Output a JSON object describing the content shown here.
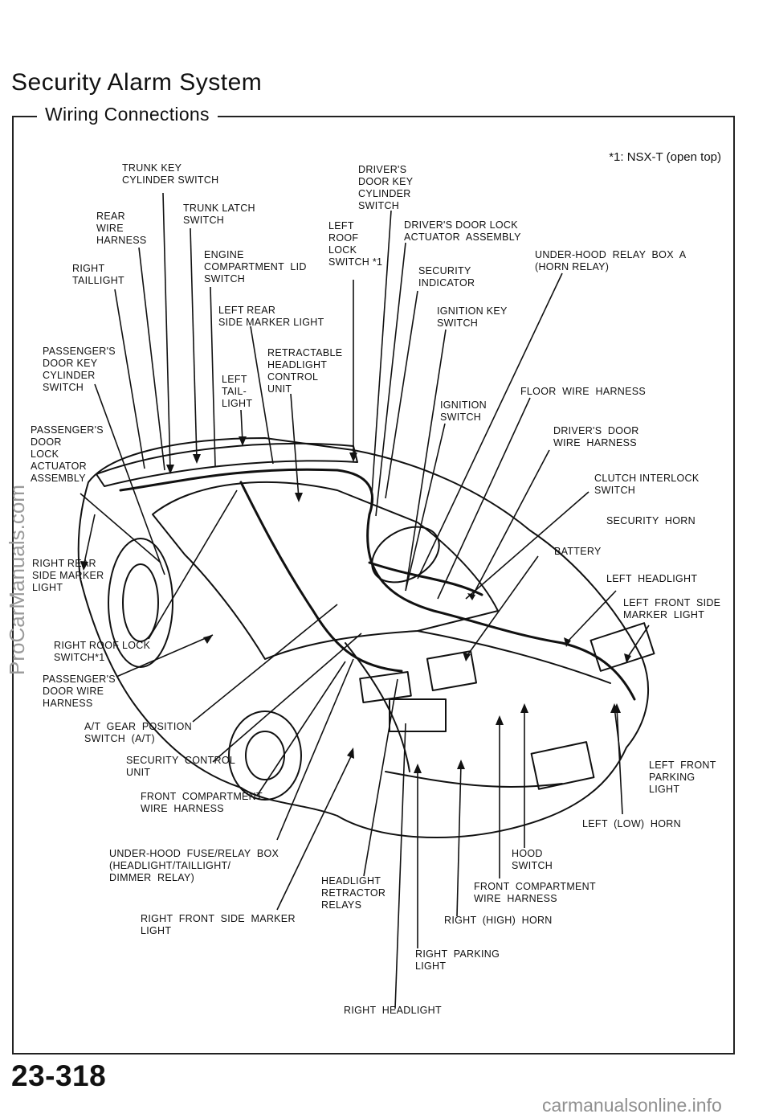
{
  "header": {
    "title": "Security Alarm System",
    "section": "Wiring Connections"
  },
  "note": "*1: NSX-T (open top)",
  "labels": {
    "trunk_key_cylinder_switch": "TRUNK KEY\nCYLINDER SWITCH",
    "rear_wire_harness": "REAR\nWIRE\nHARNESS",
    "trunk_latch_switch": "TRUNK LATCH\nSWITCH",
    "right_taillight": "RIGHT\nTAILLIGHT",
    "engine_compartment_lid_switch": "ENGINE\nCOMPARTMENT  LID\nSWITCH",
    "drivers_door_key_cylinder_switch": "DRIVER'S\nDOOR KEY\nCYLINDER\nSWITCH",
    "left_roof_lock_switch": "LEFT\nROOF\nLOCK\nSWITCH *1",
    "drivers_door_lock_actuator_assembly": "DRIVER'S DOOR LOCK\nACTUATOR  ASSEMBLY",
    "under_hood_relay_box_a": "UNDER-HOOD  RELAY  BOX  A\n(HORN RELAY)",
    "security_indicator": "SECURITY\nINDICATOR",
    "left_rear_side_marker_light": "LEFT REAR\nSIDE MARKER LIGHT",
    "ignition_key_switch": "IGNITION KEY\nSWITCH",
    "passengers_door_key_cylinder_switch": "PASSENGER'S\nDOOR KEY\nCYLINDER\nSWITCH",
    "retractable_headlight_control_unit": "RETRACTABLE\nHEADLIGHT\nCONTROL\nUNIT",
    "left_taillight": "LEFT\nTAIL-\nLIGHT",
    "floor_wire_harness": "FLOOR  WIRE  HARNESS",
    "ignition_switch": "IGNITION\nSWITCH",
    "passengers_door_lock_actuator_assembly": "PASSENGER'S\nDOOR\nLOCK\nACTUATOR\nASSEMBLY",
    "drivers_door_wire_harness": "DRIVER'S  DOOR\nWIRE  HARNESS",
    "clutch_interlock_switch": "CLUTCH INTERLOCK\nSWITCH",
    "security_horn": "SECURITY  HORN",
    "battery": "BATTERY",
    "right_rear_side_marker_light": "RIGHT REAR\nSIDE MARKER\nLIGHT",
    "left_headlight": "LEFT  HEADLIGHT",
    "left_front_side_marker_light": "LEFT  FRONT  SIDE\nMARKER  LIGHT",
    "right_roof_lock_switch": "RIGHT ROOF LOCK\nSWITCH*1",
    "passengers_door_wire_harness": "PASSENGER'S\nDOOR WIRE\nHARNESS",
    "at_gear_position_switch": "A/T  GEAR  POSITION\nSWITCH  (A/T)",
    "security_control_unit": "SECURITY  CONTROL\nUNIT",
    "left_front_parking_light": "LEFT  FRONT\nPARKING\nLIGHT",
    "front_compartment_wire_harness_1": "FRONT  COMPARTMENT\nWIRE  HARNESS",
    "left_low_horn": "LEFT  (LOW)  HORN",
    "under_hood_fuse_relay_box": "UNDER-HOOD  FUSE/RELAY  BOX\n(HEADLIGHT/TAILLIGHT/\nDIMMER  RELAY)",
    "hood_switch": "HOOD\nSWITCH",
    "headlight_retractor_relays": "HEADLIGHT\nRETRACTOR\nRELAYS",
    "front_compartment_wire_harness_2": "FRONT  COMPARTMENT\nWIRE  HARNESS",
    "right_front_side_marker_light": "RIGHT  FRONT  SIDE  MARKER\nLIGHT",
    "right_high_horn": "RIGHT  (HIGH)  HORN",
    "right_parking_light": "RIGHT  PARKING\nLIGHT",
    "right_headlight": "RIGHT  HEADLIGHT"
  },
  "footer": {
    "page_number": "23-318",
    "watermark_bottom": "carmanualsonline.info",
    "watermark_side": "ProCarManuals.com"
  }
}
